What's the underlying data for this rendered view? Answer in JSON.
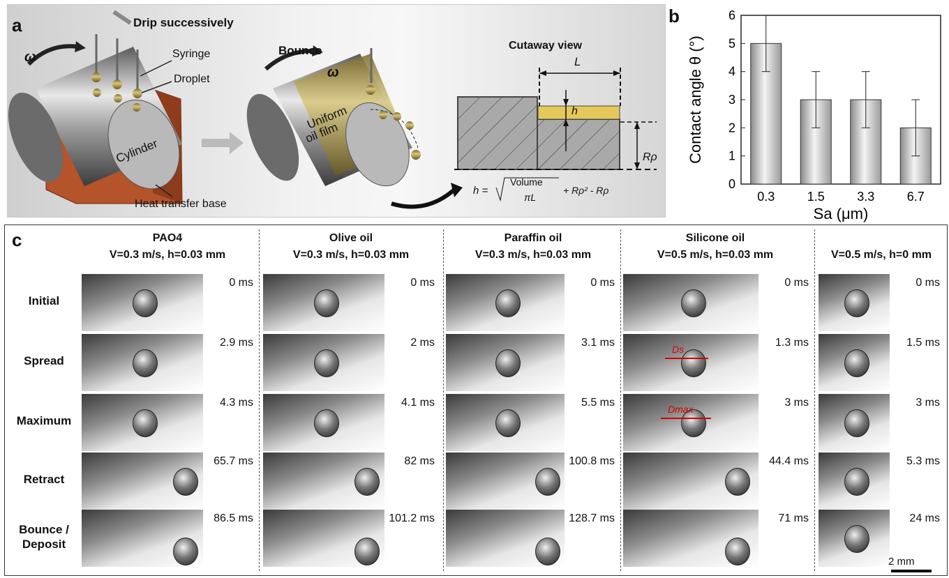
{
  "panel_a": {
    "letter": "a",
    "drip_label": "Drip successively",
    "bounce_label": "Bounce",
    "omega": "ω",
    "syringe_label": "Syringe",
    "droplet_label": "Droplet",
    "cylinder_label": "Cylinder",
    "heat_base_label": "Heat transfer base",
    "oil_film_line1": "Uniform",
    "oil_film_line2": "oil film",
    "cutaway_title": "Cutaway view",
    "L_label": "L",
    "h_label": "h",
    "R_label": "Rρ",
    "formula_lhs": "h =",
    "formula_num": "Volume",
    "formula_den": "πL",
    "formula_rest": "+ Rρ² - Rρ"
  },
  "panel_b": {
    "letter": "b"
  },
  "chart_data": {
    "type": "bar",
    "ylabel": "Contact angle θ (°)",
    "xlabel": "Sa (μm)",
    "categories": [
      "0.3",
      "1.5",
      "3.3",
      "6.7"
    ],
    "values": [
      5,
      3,
      3,
      2
    ],
    "errors": [
      1,
      1,
      1,
      1
    ],
    "ylim": [
      0,
      6
    ],
    "yticks": [
      "0",
      "1",
      "2",
      "3",
      "4",
      "5",
      "6"
    ]
  },
  "panel_c": {
    "letter": "c",
    "columns": [
      {
        "name": "PAO4",
        "cond": "V=0.3 m/s, h=0.03 mm"
      },
      {
        "name": "Olive oil",
        "cond": "V=0.3 m/s, h=0.03 mm"
      },
      {
        "name": "Paraffin oil",
        "cond": "V=0.3 m/s, h=0.03 mm"
      },
      {
        "name": "Silicone oil",
        "cond": "V=0.5 m/s, h=0.03 mm"
      },
      {
        "name": "",
        "cond": "V=0.5 m/s, h=0 mm"
      }
    ],
    "rows": [
      "Initial",
      "Spread",
      "Maximum",
      "Retract",
      "Bounce / Deposit"
    ],
    "times": [
      [
        "0 ms",
        "2.9 ms",
        "4.3 ms",
        "65.7 ms",
        "86.5 ms"
      ],
      [
        "0 ms",
        "2 ms",
        "4.1 ms",
        "82 ms",
        "101.2 ms"
      ],
      [
        "0 ms",
        "3.1 ms",
        "5.5 ms",
        "100.8 ms",
        "128.7 ms"
      ],
      [
        "0 ms",
        "1.3 ms",
        "3 ms",
        "44.4 ms",
        "71 ms"
      ],
      [
        "0 ms",
        "1.5 ms",
        "3 ms",
        "5.3 ms",
        "24 ms"
      ]
    ],
    "ds_label": "Ds",
    "dmax_label": "Dmax",
    "scale_label": "2 mm"
  }
}
